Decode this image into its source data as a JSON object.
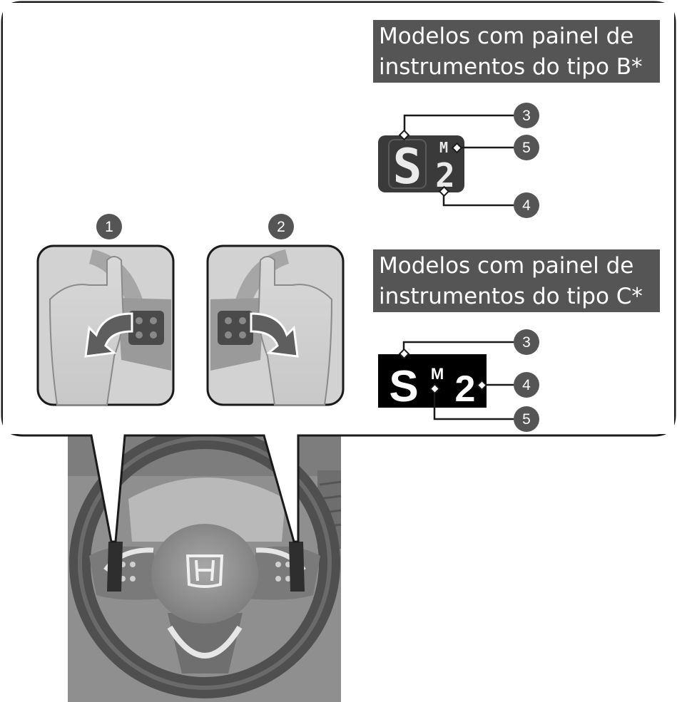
{
  "panel_b": {
    "title_line1": "Modelos com painel de",
    "title_line2": "instrumentos do tipo B*",
    "display": {
      "mode": "S",
      "manual": "M",
      "gear": "2"
    },
    "callouts": {
      "mode": "3",
      "gear": "4",
      "manual": "5"
    }
  },
  "panel_c": {
    "title_line1": "Modelos com painel de",
    "title_line2": "instrumentos do tipo C*",
    "display": {
      "mode": "S",
      "manual": "M",
      "gear": "2"
    },
    "callouts": {
      "mode": "3",
      "gear": "4",
      "manual": "5"
    }
  },
  "paddles": {
    "left_callout": "1",
    "right_callout": "2"
  },
  "colors": {
    "frame": "#1a1a1a",
    "label_bg": "#555555",
    "callout_bg": "#555555",
    "display_bg": "#000000",
    "photo_bg": "#8f8f8f"
  }
}
